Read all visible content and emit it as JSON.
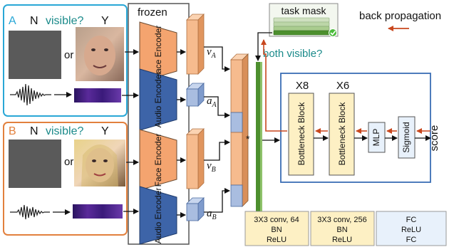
{
  "panel_a": {
    "letter": "A",
    "n_label": "N",
    "visible_label": "visible?",
    "y_label": "Y",
    "or_label": "or"
  },
  "panel_b": {
    "letter": "B",
    "n_label": "N",
    "visible_label": "visible?",
    "y_label": "Y",
    "or_label": "or"
  },
  "frozen_label": "frozen",
  "encoders": {
    "face_a": "Face Encoder",
    "audio_a": "Audio Encoder",
    "face_b": "Face Encoder",
    "audio_b": "Audio Encoder"
  },
  "embeddings": {
    "v_a": {
      "base": "v",
      "sub": "A"
    },
    "a_a": {
      "base": "a",
      "sub": "A"
    },
    "v_b": {
      "base": "v",
      "sub": "B"
    },
    "a_b": {
      "base": "a",
      "sub": "B"
    }
  },
  "concat_marker": "*",
  "task_mask": {
    "title": "task mask",
    "question": "both visible?"
  },
  "back_propagation_label": "back propagation",
  "network": {
    "bottleneck_1": {
      "label": "Bottleneck Block",
      "repeat": "X8"
    },
    "bottleneck_2": {
      "label": "Bottleneck Block",
      "repeat": "X6"
    },
    "mlp": "MLP",
    "sigmoid": "Sigmoid",
    "output": "score"
  },
  "legend": {
    "block_1": {
      "line1": "3X3 conv, 64",
      "line2": "BN",
      "line3": "ReLU"
    },
    "block_2": {
      "line1": "3X3 conv, 256",
      "line2": "BN",
      "line3": "ReLU"
    },
    "block_3": {
      "line1": "FC",
      "line2": "ReLU",
      "line3": "FC"
    }
  },
  "colors": {
    "panel_a_border": "#29a7d6",
    "panel_b_border": "#e2803d",
    "teal_text": "#1a8a8a",
    "face_encoder": "#f4a46f",
    "audio_encoder": "#3d64a8",
    "face_embedding": "#f6bb8e",
    "audio_embedding": "#a9bde0",
    "backprop_arrow": "#c8471e",
    "mask_green": "#4d8f2e",
    "legend_yellow": "#fdf0c4",
    "legend_blue": "#e8f1fb",
    "network_border": "#3a6db5"
  }
}
